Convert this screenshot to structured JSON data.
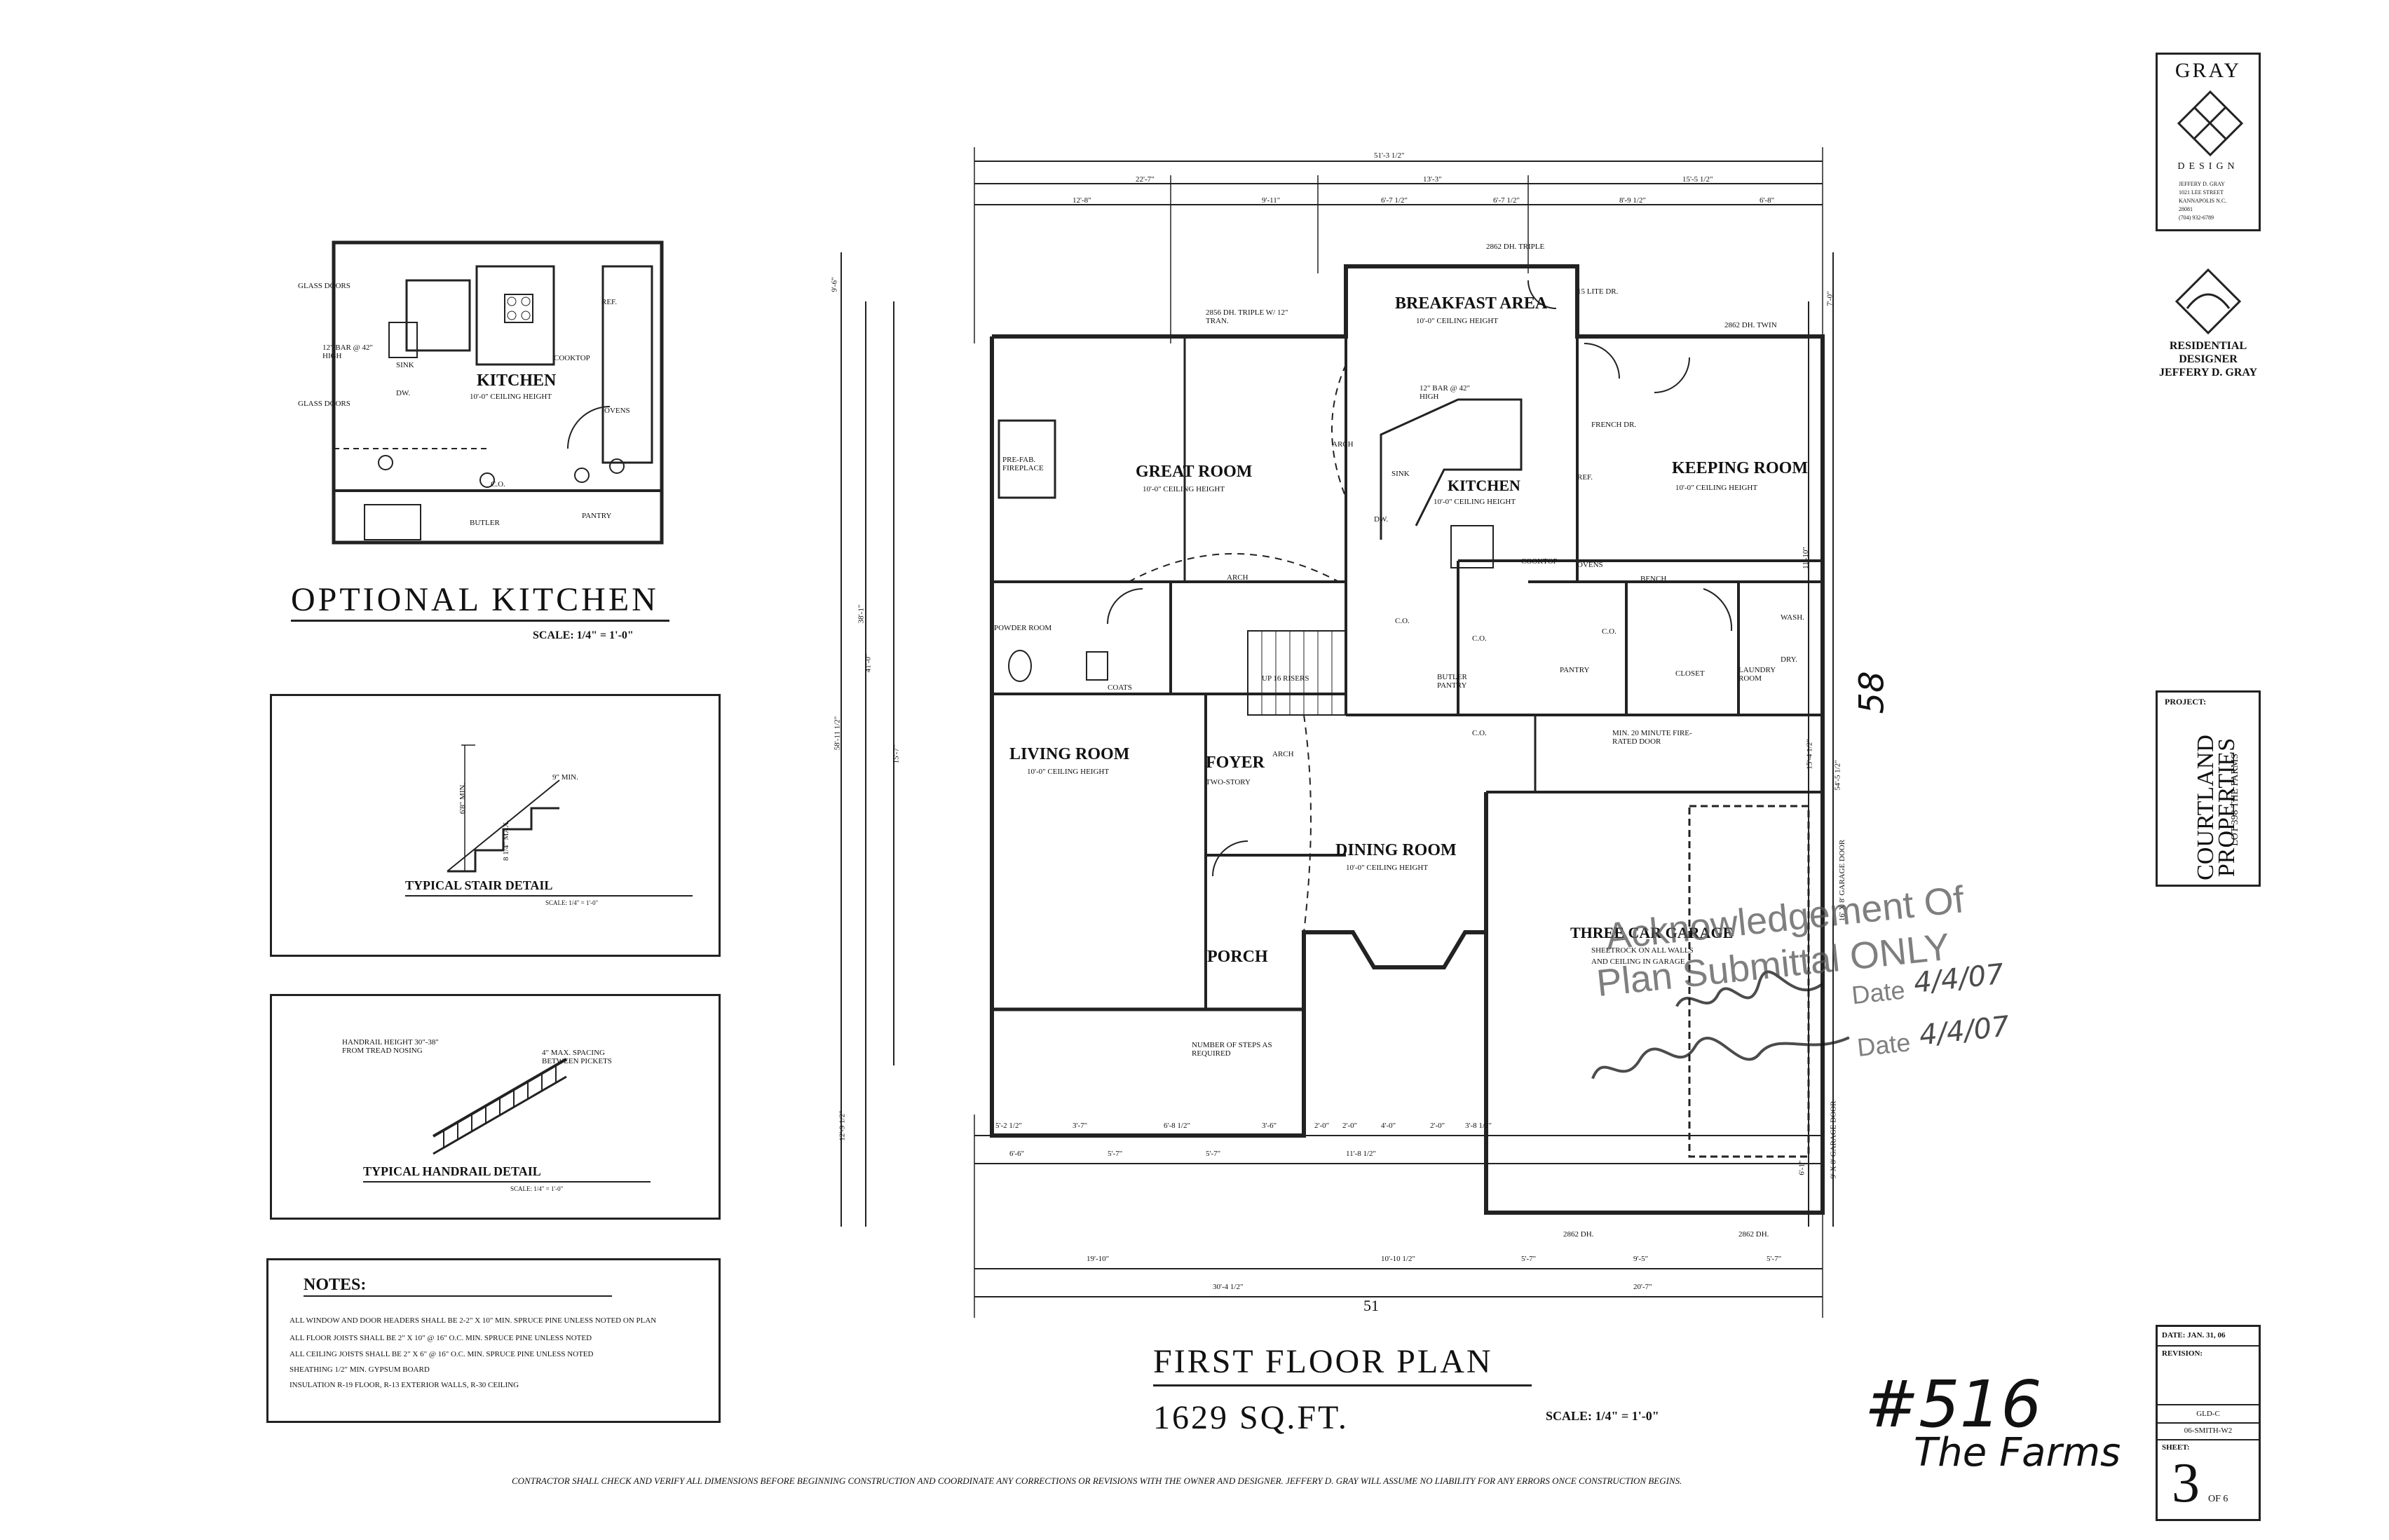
{
  "optional_kitchen": {
    "title": "OPTIONAL KITCHEN",
    "scale": "SCALE: 1/4\" = 1'-0\"",
    "labels": {
      "kitchen": "KITCHEN",
      "ceiling": "10'-0\" CEILING HEIGHT",
      "cooktop": "COOKTOP",
      "ovens": "OVENS",
      "butler": "BUTLER",
      "pantry": "PANTRY",
      "glass_doors_top": "GLASS DOORS",
      "glass_doors_bottom": "GLASS DOORS",
      "bar": "12\" BAR @ 42\" HIGH",
      "sink": "SINK",
      "dw": "DW.",
      "co": "C.O.",
      "ref": "REF."
    }
  },
  "stair_detail": {
    "title": "TYPICAL STAIR DETAIL",
    "scale": "SCALE: 1/4\" = 1'-0\"",
    "min_label": "6'8\" MIN.",
    "tread_label": "9\" MIN.",
    "riser_label": "8 1/4\" MAX."
  },
  "handrail_detail": {
    "title": "TYPICAL HANDRAIL DETAIL",
    "scale": "SCALE: 1/4\" = 1'-0\"",
    "height_note": "HANDRAIL HEIGHT 30\"-38\" FROM TREAD NOSING",
    "spacing_note": "4\" MAX. SPACING BETWEEN PICKETS"
  },
  "notes": {
    "title": "NOTES:",
    "lines": [
      "ALL WINDOW AND DOOR HEADERS SHALL BE 2-2\" X 10\" MIN. SPRUCE PINE UNLESS NOTED ON PLAN",
      "ALL FLOOR JOISTS SHALL BE 2\" X 10\" @ 16\" O.C. MIN. SPRUCE PINE UNLESS NOTED",
      "ALL CEILING JOISTS SHALL BE 2\" X 6\" @ 16\" O.C. MIN. SPRUCE PINE UNLESS NOTED",
      "SHEATHING 1/2\" MIN. GYPSUM BOARD",
      "INSULATION R-19 FLOOR, R-13 EXTERIOR WALLS, R-30 CEILING"
    ]
  },
  "plan": {
    "title": "FIRST FLOOR PLAN",
    "area": "1629 SQ.FT.",
    "scale": "SCALE: 1/4\" = 1'-0\"",
    "page_mark": "51",
    "rooms": {
      "breakfast": "BREAKFAST AREA",
      "breakfast_ceiling": "10'-0\" CEILING HEIGHT",
      "great_room": "GREAT ROOM",
      "great_ceiling": "10'-0\" CEILING HEIGHT",
      "kitchen": "KITCHEN",
      "kitchen_ceiling": "10'-0\" CEILING HEIGHT",
      "keeping_room": "KEEPING ROOM",
      "keeping_ceiling": "10'-0\" CEILING HEIGHT",
      "living_room": "LIVING ROOM",
      "living_ceiling": "10'-0\" CEILING HEIGHT",
      "foyer": "FOYER",
      "foyer_sub": "TWO-STORY",
      "dining_room": "DINING ROOM",
      "dining_ceiling": "10'-0\" CEILING HEIGHT",
      "porch": "PORCH",
      "garage": "THREE CAR GARAGE",
      "garage_note1": "SHEETROCK ON ALL WALLS",
      "garage_note2": "AND CEILING IN GARAGE",
      "powder_room": "POWDER ROOM",
      "coats": "COATS",
      "pantry": "PANTRY",
      "butler_pantry": "BUTLER PANTRY",
      "closet": "CLOSET",
      "laundry": "LAUNDRY ROOM",
      "bench": "BENCH",
      "wash": "WASH.",
      "dry": "DRY.",
      "fireplace": "PRE-FAB. FIREPLACE",
      "cooktop": "COOKTOP",
      "ovens": "OVENS",
      "ref": "REF.",
      "sink": "SINK",
      "dw": "DW.",
      "arch1": "ARCH",
      "arch2": "ARCH",
      "arch3": "ARCH",
      "bar": "12\" BAR @ 42\" HIGH",
      "french_dr": "FRENCH DR.",
      "lites_dr": "15 LITE DR.",
      "up_risers": "UP 16 RISERS",
      "number_steps": "NUMBER OF STEPS AS REQUIRED",
      "fire_door": "MIN. 20 MINUTE FIRE-RATED DOOR",
      "window_top": "2862 DH. TRIPLE",
      "window_great": "2856 DH. TRIPLE W/ 12\" TRAN.",
      "window_twin": "2862 DH. TWIN",
      "window_garage1": "2862 DH.",
      "window_garage2": "2862 DH.",
      "garage_door1": "16' X 8' GARAGE DOOR",
      "garage_door2": "9' X 8' GARAGE DOOR",
      "co1": "C.O.",
      "co2": "C.O.",
      "co3": "C.O.",
      "co4": "C.O."
    },
    "top_dims": {
      "overall": "51'-3 1/2\"",
      "row2": [
        "22'-7\"",
        "13'-3\"",
        "15'-5 1/2\""
      ],
      "row3": [
        "12'-8\"",
        "9'-11\"",
        "6'-7 1/2\"",
        "6'-7 1/2\"",
        "8'-9 1/2\"",
        "6'-8\""
      ]
    },
    "bottom_dims": {
      "row1": [
        "5'-2 1/2\"",
        "3'-7\"",
        "6'-8 1/2\"",
        "3'-6\"",
        "2'-0\"",
        "2'-0\"",
        "4'-0\"",
        "2'-0\"",
        "3'-8 1/2\""
      ],
      "row2": [
        "6'-6\"",
        "5'-7\"",
        "5'-7\"",
        "11'-8 1/2\""
      ],
      "row3": [
        "19'-10\"",
        "10'-10 1/2\"",
        "5'-7\"",
        "9'-5\"",
        "5'-7\""
      ],
      "row4": [
        "30'-4 1/2\"",
        "20'-7\""
      ]
    },
    "left_dims": [
      "9'-6\"",
      "38'-1\"",
      "41'-0\"",
      "58'-11 1/2\"",
      "15'-7\"",
      "12'-9 1/2\""
    ],
    "right_dims": [
      "7'-0\"",
      "11'-10\"",
      "15'-4 1/2\"",
      "54'-5 1/2\"",
      "6'-1\""
    ]
  },
  "stamp": {
    "line1": "Acknowledgement Of",
    "line2": "Plan Submittal ONLY",
    "date_label1": "Date",
    "date_value1": "4/4/07",
    "date_label2": "Date",
    "date_value2": "4/4/07"
  },
  "handwriting": {
    "number": "#516",
    "subtitle": "The Farms",
    "side_number": "58"
  },
  "designer_logo": {
    "name_top": "GRAY",
    "name_bottom": "DESIGN",
    "address_lines": [
      "JEFFERY D. GRAY",
      "1021 LEE STREET",
      "KANNAPOLIS N.C.",
      "28081",
      "(704) 932-6789"
    ]
  },
  "residential_designer": {
    "line1": "RESIDENTIAL",
    "line2": "DESIGNER",
    "line3": "JEFFERY D. GRAY"
  },
  "project": {
    "label": "PROJECT:",
    "name1": "COURTLAND",
    "name2": "PROPERTIES",
    "lot": "LOT 398 THE FARMS"
  },
  "title_block": {
    "date": "DATE: JAN. 31, 06",
    "revision": "REVISION:",
    "code1": "GLD-C",
    "code2": "06-SMITH-W2",
    "sheet_label": "SHEET:",
    "sheet_no": "3",
    "sheet_of": "OF 6"
  },
  "footer": "CONTRACTOR SHALL CHECK AND VERIFY ALL DIMENSIONS BEFORE BEGINNING CONSTRUCTION AND COORDINATE ANY CORRECTIONS OR REVISIONS WITH THE OWNER AND DESIGNER. JEFFERY D. GRAY WILL ASSUME NO LIABILITY FOR ANY ERRORS ONCE CONSTRUCTION BEGINS."
}
